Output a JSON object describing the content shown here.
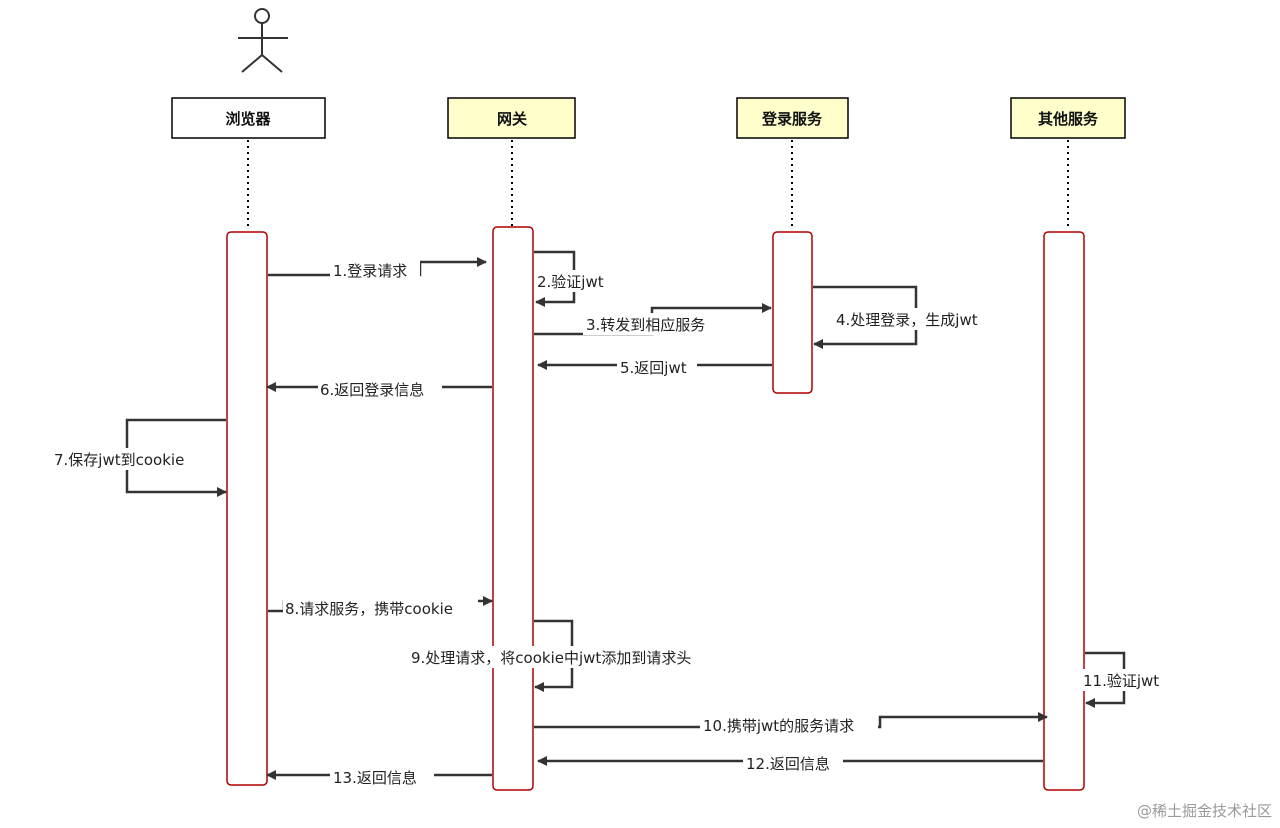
{
  "actor": {
    "icon": "stick-figure-icon"
  },
  "participants": [
    {
      "id": "browser",
      "label": "浏览器",
      "fill": "#ffffff"
    },
    {
      "id": "gateway",
      "label": "网关",
      "fill": "#ffffcc"
    },
    {
      "id": "login",
      "label": "登录服务",
      "fill": "#ffffcc"
    },
    {
      "id": "other",
      "label": "其他服务",
      "fill": "#ffffcc"
    }
  ],
  "messages": [
    {
      "id": "m1",
      "label": "1.登录请求",
      "from": "browser",
      "to": "gateway",
      "kind": "call"
    },
    {
      "id": "m2",
      "label": "2.验证jwt",
      "from": "gateway",
      "to": "gateway",
      "kind": "self"
    },
    {
      "id": "m3",
      "label": "3.转发到相应服务",
      "from": "gateway",
      "to": "login",
      "kind": "call"
    },
    {
      "id": "m4",
      "label": "4.处理登录，生成jwt",
      "from": "login",
      "to": "login",
      "kind": "self"
    },
    {
      "id": "m5",
      "label": "5.返回jwt",
      "from": "login",
      "to": "gateway",
      "kind": "return"
    },
    {
      "id": "m6",
      "label": "6.返回登录信息",
      "from": "gateway",
      "to": "browser",
      "kind": "return"
    },
    {
      "id": "m7",
      "label": "7.保存jwt到cookie",
      "from": "browser",
      "to": "browser",
      "kind": "self"
    },
    {
      "id": "m8",
      "label": "8.请求服务，携带cookie",
      "from": "browser",
      "to": "gateway",
      "kind": "call"
    },
    {
      "id": "m9",
      "label": "9.处理请求，将cookie中jwt添加到请求头",
      "from": "gateway",
      "to": "gateway",
      "kind": "self"
    },
    {
      "id": "m10",
      "label": "10.携带jwt的服务请求",
      "from": "gateway",
      "to": "other",
      "kind": "call"
    },
    {
      "id": "m11",
      "label": "11.验证jwt",
      "from": "other",
      "to": "other",
      "kind": "self"
    },
    {
      "id": "m12",
      "label": "12.返回信息",
      "from": "other",
      "to": "gateway",
      "kind": "return"
    },
    {
      "id": "m13",
      "label": "13.返回信息",
      "from": "gateway",
      "to": "browser",
      "kind": "return"
    }
  ],
  "colors": {
    "activation_border": "#b00000",
    "arrow": "#333333",
    "box_border": "#000000"
  },
  "watermark": "@稀土掘金技术社区"
}
